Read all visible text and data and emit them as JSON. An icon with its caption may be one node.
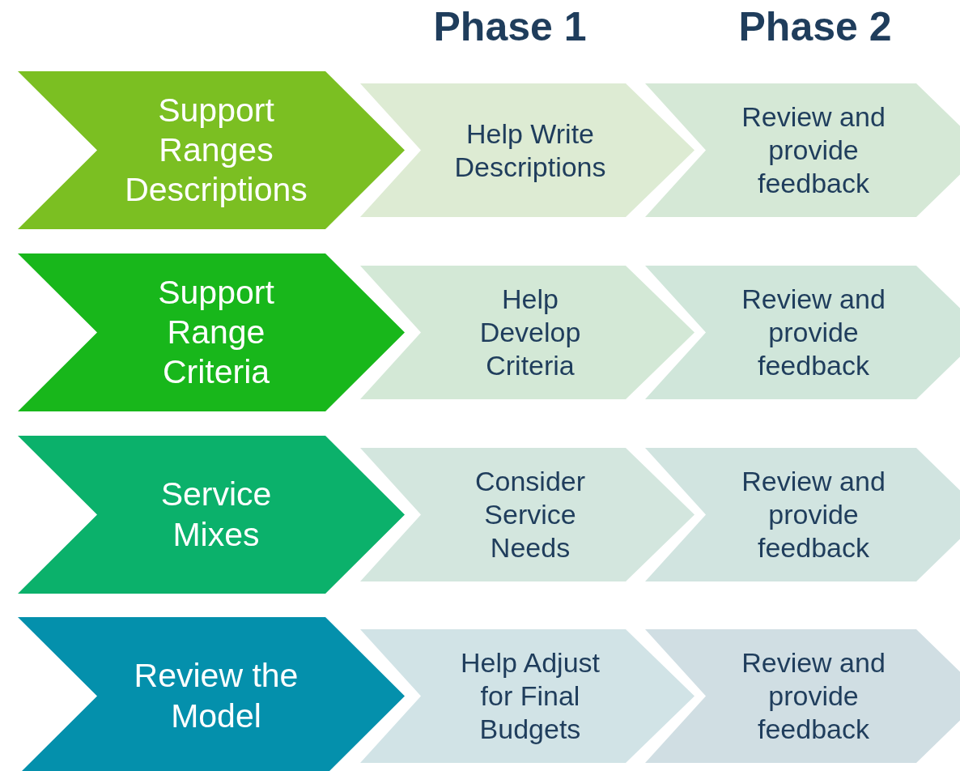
{
  "diagram": {
    "nodes": [
      {
        "text": [
          "Support Ranges Descriptions"
        ]
      },
      {
        "text": [
          "Help Write Descriptions"
        ]
      },
      {
        "text": [
          "Review and provide feedback"
        ]
      },
      {
        "text": [
          "Support Range Criteria"
        ]
      },
      {
        "text": [
          "Help Develop Criteria"
        ]
      },
      {
        "text": [
          "Review and provide feedback"
        ]
      },
      {
        "text": [
          "Service Mixes"
        ]
      },
      {
        "text": [
          "Consider Service Needs"
        ]
      },
      {
        "text": [
          "Review and provide feedback"
        ]
      },
      {
        "text": [
          "Review the Model"
        ]
      },
      {
        "text": [
          "Help Adjust for Final Budgets"
        ]
      },
      {
        "text": [
          "Review and provide feedback"
        ]
      }
    ],
    "labels": [
      "Phase 1",
      "Phase 2"
    ]
  }
}
